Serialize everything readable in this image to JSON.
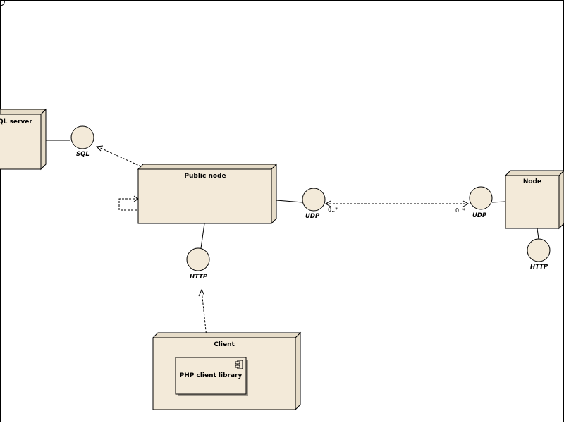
{
  "nodes": {
    "sql_server": "QL server",
    "public_node": "Public node",
    "node": "Node",
    "client": "Client"
  },
  "components": {
    "php_client_library": "PHP client library"
  },
  "interfaces": {
    "sql": "SQL",
    "udp_public": "UDP",
    "udp_node": "UDP",
    "http_public": "HTTP",
    "http_node": "HTTP"
  },
  "multiplicities": {
    "udp_public": "0..*",
    "udp_node": "0..*"
  }
}
